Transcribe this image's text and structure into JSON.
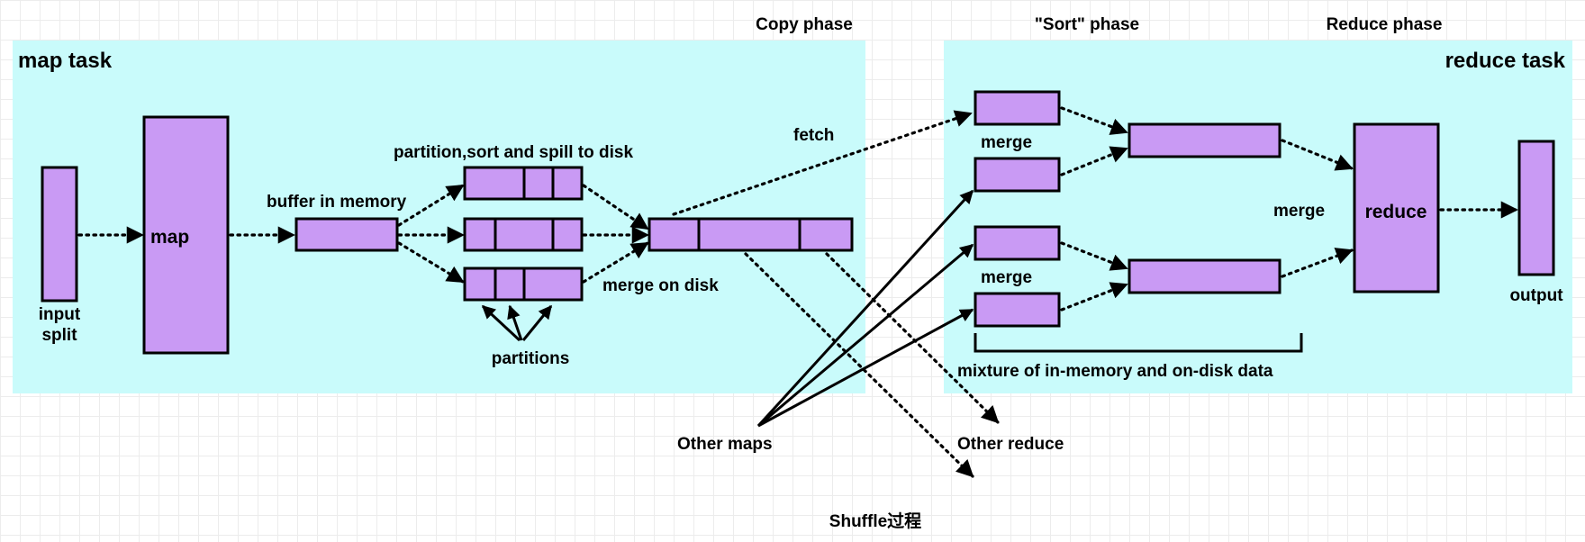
{
  "regions": {
    "map_task": "map task",
    "reduce_task": "reduce task"
  },
  "phases": {
    "copy": "Copy phase",
    "sort": "\"Sort\" phase",
    "reduce": "Reduce phase"
  },
  "labels": {
    "input_split_1": "input",
    "input_split_2": "split",
    "map": "map",
    "buffer": "buffer in memory",
    "partition_sort_spill": "partition,sort and spill to disk",
    "partitions": "partitions",
    "merge_on_disk": "merge on disk",
    "fetch": "fetch",
    "merge_top": "merge",
    "merge_bottom": "merge",
    "merge_right": "merge",
    "reduce": "reduce",
    "output": "output",
    "mixture": "mixture of in-memory and on-disk data",
    "other_maps": "Other maps",
    "other_reduce": "Other reduce",
    "caption": "Shuffle过程"
  }
}
